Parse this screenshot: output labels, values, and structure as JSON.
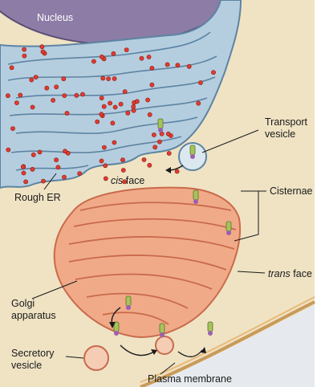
{
  "labels": {
    "nucleus": "Nucleus",
    "transport_line1": "Transport",
    "transport_line2": "vesicle",
    "rough_er": "Rough ER",
    "cis_italic": "cis",
    "cis_rest": " face",
    "cisternae": "Cisternae",
    "trans_italic": "trans",
    "trans_rest": " face",
    "golgi_line1": "Golgi",
    "golgi_line2": "apparatus",
    "secretory_line1": "Secretory",
    "secretory_line2": "vesicle",
    "plasma_membrane": "Plasma membrane"
  },
  "colors": {
    "cytoplasm": "#efe3c4",
    "er": "#b6cfe0",
    "er_edge": "#5d84a3",
    "ribosome": "#e23a2f",
    "nucleus": "#8e7ea6",
    "golgi": "#f0aa88",
    "golgi_edge": "#c96a4b",
    "exterior": "#e8ecef",
    "protein_green": "#a6c35a",
    "protein_purple": "#9b5fb0"
  }
}
